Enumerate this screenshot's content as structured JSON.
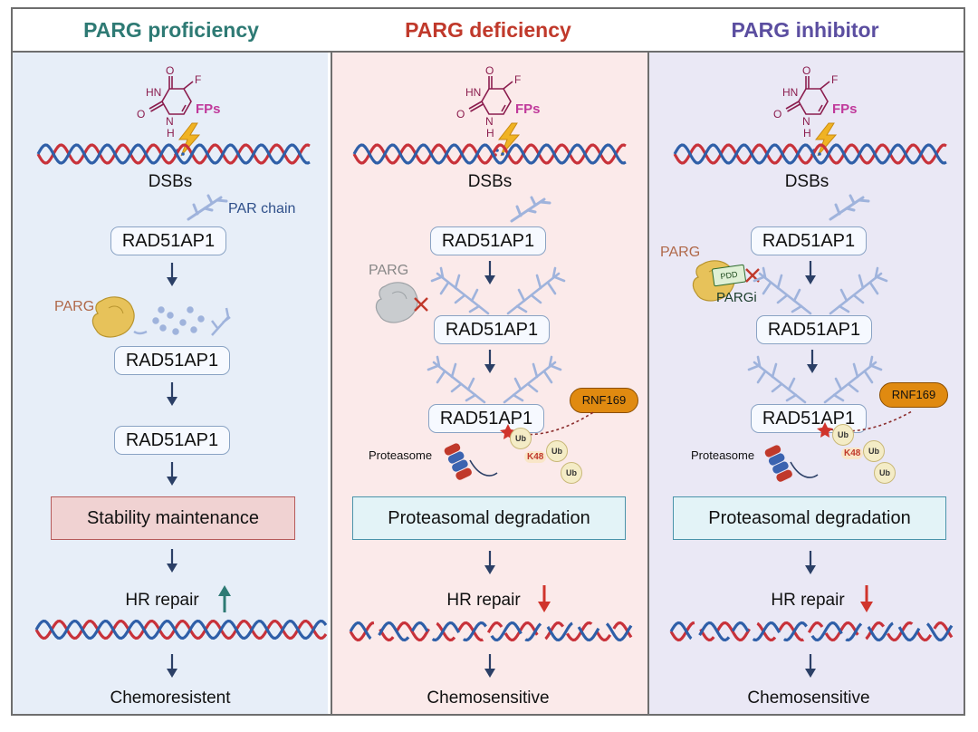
{
  "panels": [
    {
      "title": "PARG proficiency",
      "title_color": "#2e7a74",
      "drug_label": "FPs",
      "dsbs_label": "DSBs",
      "par_chain_label": "PAR chain",
      "protein_label": "RAD51AP1",
      "parg_label": "PARG",
      "outcome_box": "Stability maintenance",
      "hr_label": "HR repair",
      "final_label": "Chemoresistent"
    },
    {
      "title": "PARG deficiency",
      "title_color": "#c0392b",
      "drug_label": "FPs",
      "dsbs_label": "DSBs",
      "protein_label": "RAD51AP1",
      "parg_label": "PARG",
      "rnf_label": "RNF169",
      "proteasome_label": "Proteasome",
      "ub_label": "Ub",
      "k48_label": "K48",
      "outcome_box": "Proteasomal degradation",
      "hr_label": "HR repair",
      "final_label": "Chemosensitive"
    },
    {
      "title": "PARG inhibitor",
      "title_color": "#5b4ea0",
      "drug_label": "FPs",
      "dsbs_label": "DSBs",
      "protein_label": "RAD51AP1",
      "parg_label": "PARG",
      "inhibitor_label": "PARGi",
      "pdd_label": "PDD",
      "rnf_label": "RNF169",
      "proteasome_label": "Proteasome",
      "ub_label": "Ub",
      "k48_label": "K48",
      "outcome_box": "Proteasomal degradation",
      "hr_label": "HR repair",
      "final_label": "Chemosensitive"
    }
  ],
  "molecule": {
    "atoms": [
      "O",
      "HN",
      "F",
      "O",
      "N",
      "H"
    ]
  },
  "colors": {
    "dna_red": "#c8323a",
    "dna_blue": "#2f5fa8",
    "arrow": "#2b3f66",
    "up_arrow": "#2e7a74",
    "down_arrow": "#d0342c",
    "par": "#9fb3dc",
    "parg": "#e7c25a",
    "molecule": "#8b1d4e",
    "fps": "#c0399b",
    "bolt": "#f0b323"
  }
}
